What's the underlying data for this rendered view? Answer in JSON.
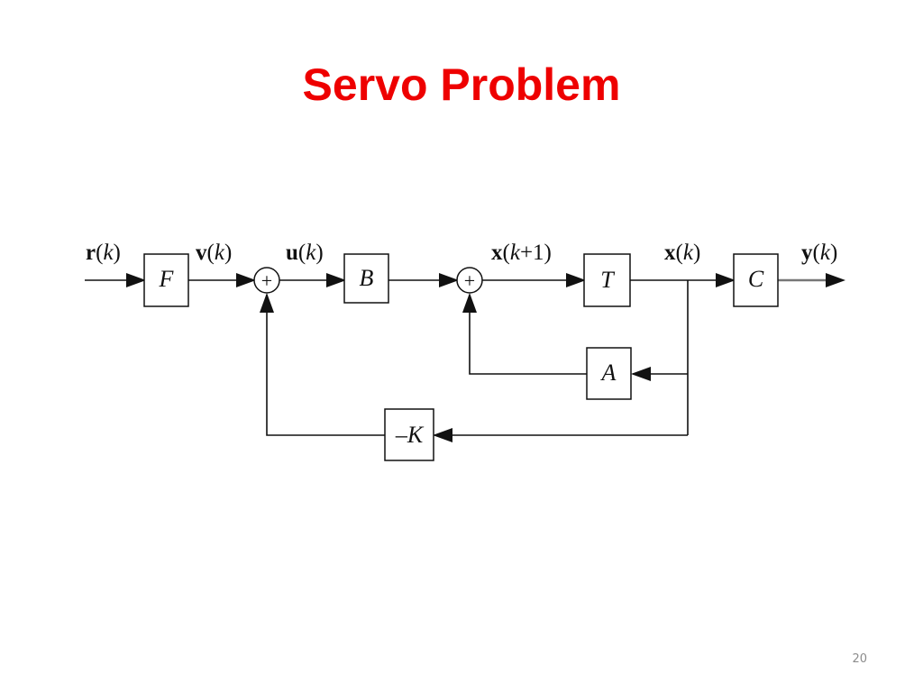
{
  "slide": {
    "title": "Servo Problem",
    "page_number": "20"
  },
  "colors": {
    "title": "#ee0000",
    "ink": "#111111",
    "output_line": "#777777",
    "background": "#ffffff",
    "page_number": "#8c8c8c"
  },
  "diagram": {
    "signals": {
      "r": {
        "bold": "r",
        "paren_open": "(",
        "arg": "k",
        "paren_close": ")"
      },
      "v": {
        "bold": "v",
        "paren_open": "(",
        "arg": "k",
        "paren_close": ")"
      },
      "u": {
        "bold": "u",
        "paren_open": "(",
        "arg": "k",
        "paren_close": ")"
      },
      "x_next": {
        "bold": "x",
        "paren_open": "(",
        "arg": "k",
        "tail": "+1)"
      },
      "x": {
        "bold": "x",
        "paren_open": "(",
        "arg": "k",
        "paren_close": ")"
      },
      "y": {
        "bold": "y",
        "paren_open": "(",
        "arg": "k",
        "paren_close": ")"
      }
    },
    "blocks": {
      "F": "F",
      "B": "B",
      "T": "T",
      "C": "C",
      "A": "A",
      "K": "–K"
    },
    "summing_symbol": "+"
  }
}
